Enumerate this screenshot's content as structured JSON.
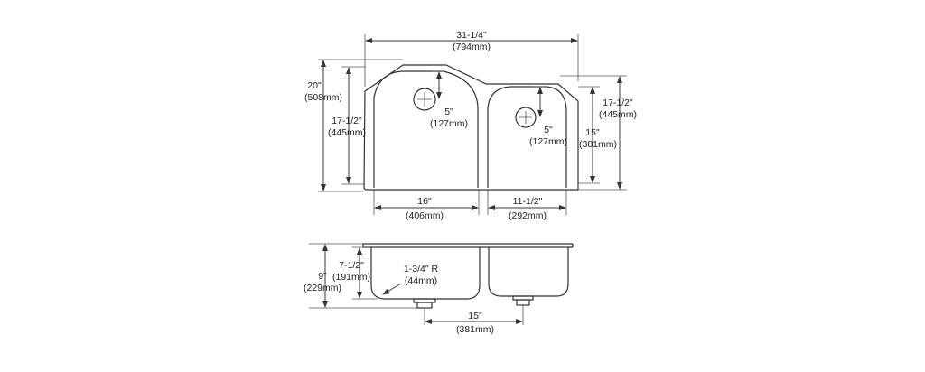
{
  "diagram": {
    "top_view": {
      "overall_width": "31-1/4\"",
      "overall_width_mm": "(794mm)",
      "overall_depth": "20\"",
      "overall_depth_mm": "(508mm)",
      "left_bowl_depth": "17-1/2\"",
      "left_bowl_depth_mm": "(445mm)",
      "right_outer_depth": "17-1/2\"",
      "right_outer_depth_mm": "(445mm)",
      "right_bowl_depth": "15\"",
      "right_bowl_depth_mm": "(381mm)",
      "left_drain_offset": "5\"",
      "left_drain_offset_mm": "(127mm)",
      "right_drain_offset": "5\"",
      "right_drain_offset_mm": "(127mm)",
      "left_bowl_width": "16\"",
      "left_bowl_width_mm": "(406mm)",
      "right_bowl_width": "11-1/2\"",
      "right_bowl_width_mm": "(292mm)"
    },
    "side_view": {
      "overall_height": "9\"",
      "overall_height_mm": "(229mm)",
      "bowl_depth": "7-1/2\"",
      "bowl_depth_mm": "(191mm)",
      "corner_radius": "1-3/4\" R",
      "corner_radius_mm": "(44mm)",
      "drain_spacing": "15\"",
      "drain_spacing_mm": "(381mm)"
    }
  }
}
